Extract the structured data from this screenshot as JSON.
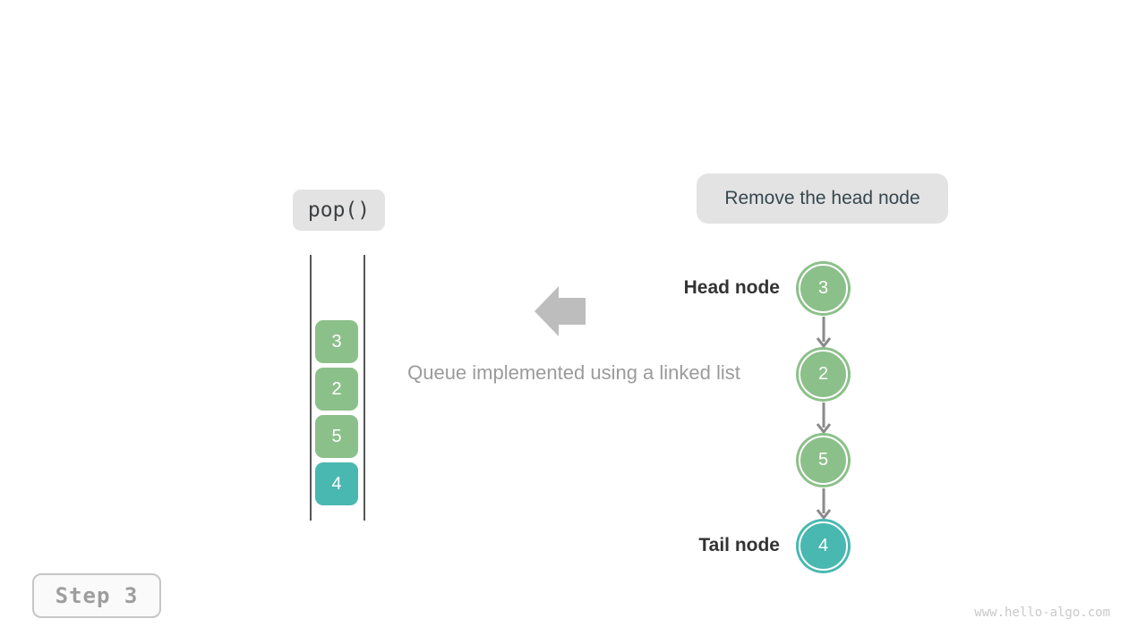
{
  "labels": {
    "operation": "pop()",
    "annotation": "Remove the head node",
    "caption": "Queue implemented using a linked list",
    "head_node": "Head node",
    "tail_node": "Tail node",
    "step": "Step 3",
    "watermark": "www.hello-algo.com"
  },
  "queue": {
    "items": [
      {
        "value": "3",
        "color": "#8cc08a"
      },
      {
        "value": "2",
        "color": "#8cc08a"
      },
      {
        "value": "5",
        "color": "#8cc08a"
      },
      {
        "value": "4",
        "color": "#48b8b0"
      }
    ]
  },
  "linked_list": {
    "nodes": [
      {
        "value": "3",
        "color": "#8cc08a",
        "role": "head"
      },
      {
        "value": "2",
        "color": "#8cc08a",
        "role": ""
      },
      {
        "value": "5",
        "color": "#8cc08a",
        "role": ""
      },
      {
        "value": "4",
        "color": "#48b8b0",
        "role": "tail"
      }
    ]
  },
  "colors": {
    "node_green": "#8cc08a",
    "node_teal": "#48b8b0",
    "tag_background": "#e3e3e3",
    "big_arrow": "#bdbdbd",
    "link_arrow": "#8a8a8a",
    "caption_text": "#9b9b9b",
    "label_text": "#333333"
  }
}
